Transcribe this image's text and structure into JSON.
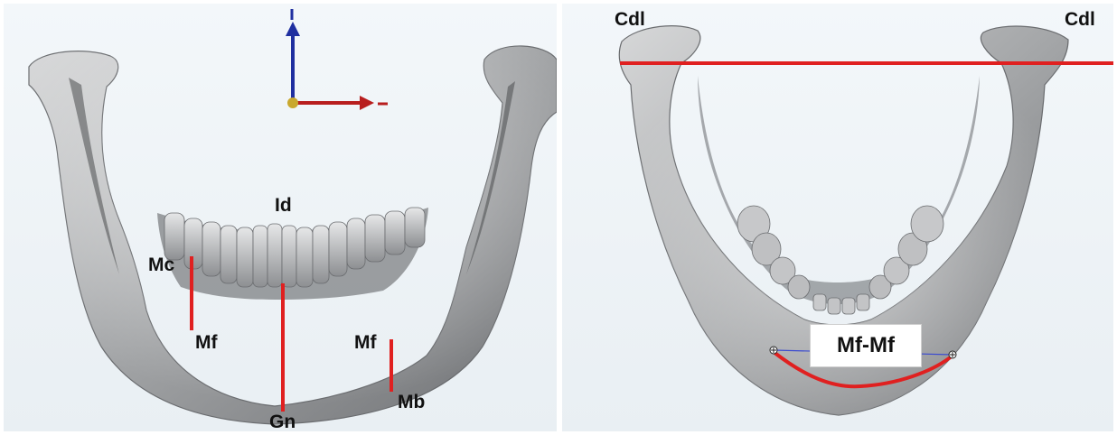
{
  "figure": {
    "front_view": {
      "axis_labels": {
        "vertical": "I",
        "horizontal": "-"
      },
      "landmarks": {
        "id": "Id",
        "mc": "Mc",
        "mf_left": "Mf",
        "mf_right": "Mf",
        "gn": "Gn",
        "mb": "Mb"
      }
    },
    "inferior_view": {
      "landmarks": {
        "cdl_left": "Cdl",
        "cdl_right": "Cdl"
      },
      "callout": "Mf-Mf"
    }
  },
  "colors": {
    "measurement_line": "#e02020",
    "axis_vertical": "#1f2fa0",
    "axis_horizontal": "#b81e1e",
    "axis_origin": "#c9a82e",
    "bone": "#a9abad",
    "background": "#eef3f6"
  }
}
